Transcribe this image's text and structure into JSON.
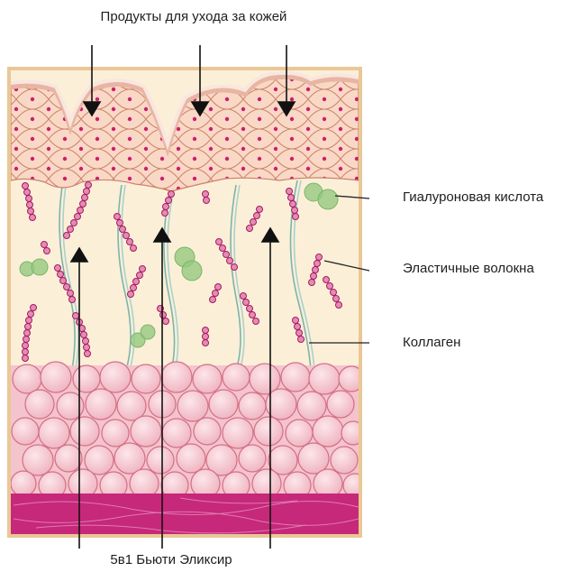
{
  "labels": {
    "top": "Продукты для ухода за кожей",
    "bottom": "5в1 Бьюти Эликсир",
    "hyaluronic": "Гиалуроновая кислота",
    "elastic": "Эластичные волокна",
    "collagen": "Коллаген"
  },
  "colors": {
    "epidermis": "#f3c1a8",
    "dermis": "#fcefd8",
    "frame": "#e9c896",
    "fat_cell": "#f7cfd6",
    "fat_outline": "#d36f86",
    "base_layer": "#c6287a",
    "dot": "#cc1f6e",
    "hyaluronic": "#93c97e",
    "collagen": "#6ea9a4",
    "arrow": "#111111"
  }
}
